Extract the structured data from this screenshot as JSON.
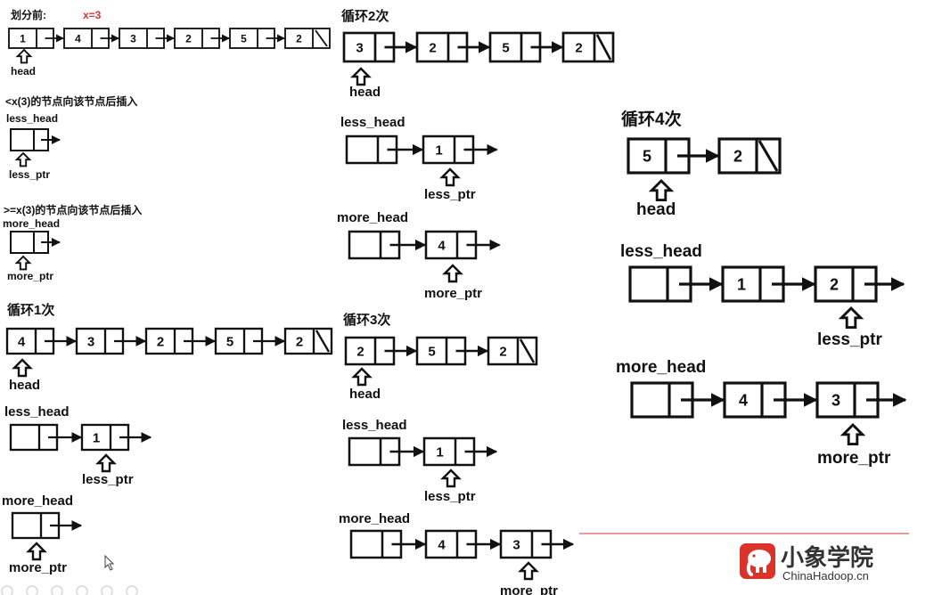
{
  "colors": {
    "ink": "#111111",
    "accent": "#e03030",
    "brand_red": "#d9332a",
    "divider": "#c83a3a"
  },
  "before": {
    "title": "划分前:",
    "x_label": "x=3",
    "values": [
      "1",
      "4",
      "3",
      "2",
      "5",
      "2"
    ],
    "head": "head",
    "less_desc": "<x(3)的节点向该节点后插入",
    "less_head": "less_head",
    "less_ptr": "less_ptr",
    "more_desc": ">=x(3)的节点向该节点后插入",
    "more_head": "more_head",
    "more_ptr": "more_ptr"
  },
  "loops": [
    {
      "title": "循环1次",
      "head": "head",
      "list": [
        "4",
        "3",
        "2",
        "5",
        "2"
      ],
      "less_head": "less_head",
      "less": [
        "1"
      ],
      "less_ptr": "less_ptr",
      "more_head": "more_head",
      "more": [],
      "more_ptr": "more_ptr"
    },
    {
      "title": "循环2次",
      "head": "head",
      "list": [
        "3",
        "2",
        "5",
        "2"
      ],
      "less_head": "less_head",
      "less": [
        "1"
      ],
      "less_ptr": "less_ptr",
      "more_head": "more_head",
      "more": [
        "4"
      ],
      "more_ptr": "more_ptr"
    },
    {
      "title": "循环3次",
      "head": "head",
      "list": [
        "2",
        "5",
        "2"
      ],
      "less_head": "less_head",
      "less": [
        "1"
      ],
      "less_ptr": "less_ptr",
      "more_head": "more_head",
      "more": [
        "4",
        "3"
      ],
      "more_ptr": "more_ptr"
    },
    {
      "title": "循环4次",
      "head": "head",
      "list": [
        "5",
        "2"
      ],
      "less_head": "less_head",
      "less": [
        "1",
        "2"
      ],
      "less_ptr": "less_ptr",
      "more_head": "more_head",
      "more": [
        "4",
        "3"
      ],
      "more_ptr": "more_ptr"
    }
  ],
  "brand": {
    "name": "小象学院",
    "site": "ChinaHadoop.cn",
    "logo_icon": "elephant-logo-icon"
  }
}
